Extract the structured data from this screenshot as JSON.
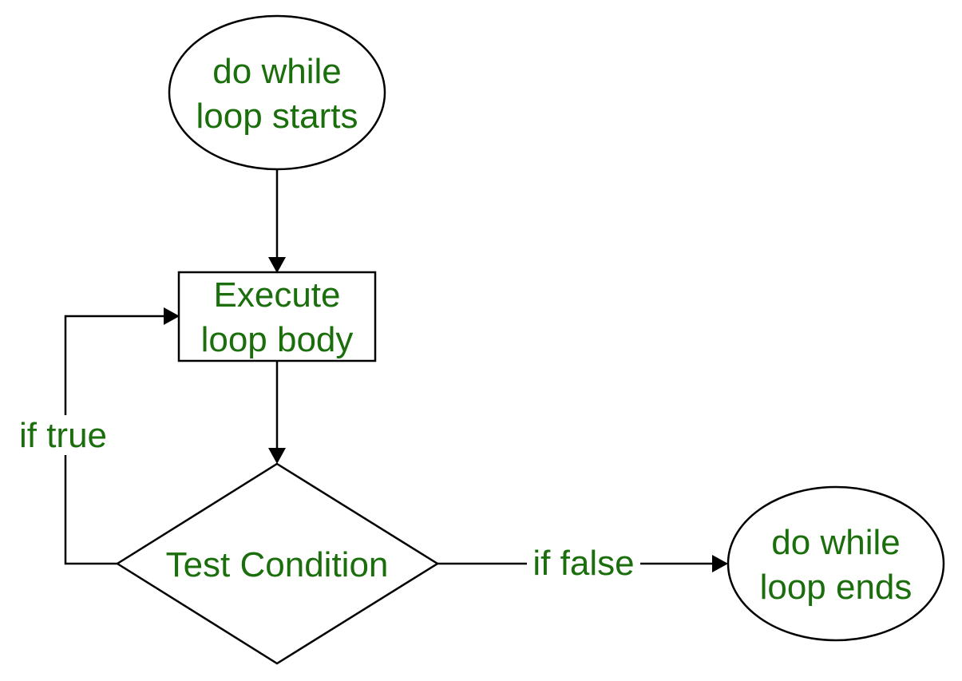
{
  "colors": {
    "text": "#1a6e0c",
    "stroke": "#000000",
    "background": "#ffffff"
  },
  "nodes": {
    "start": {
      "line1": "do while",
      "line2": "loop starts"
    },
    "body": {
      "line1": "Execute",
      "line2": "loop body"
    },
    "condition": {
      "label": "Test Condition"
    },
    "end": {
      "line1": "do while",
      "line2": "loop ends"
    }
  },
  "edges": {
    "true_label": "if true",
    "false_label": "if false"
  }
}
